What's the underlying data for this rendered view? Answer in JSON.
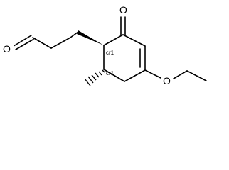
{
  "molecule": {
    "atoms": {
      "aldehyde_oxygen": "O",
      "ketone_oxygen": "O",
      "ether_oxygen": "O"
    },
    "stereo_labels": {
      "c1": "cr1",
      "c6": "cr1"
    }
  }
}
